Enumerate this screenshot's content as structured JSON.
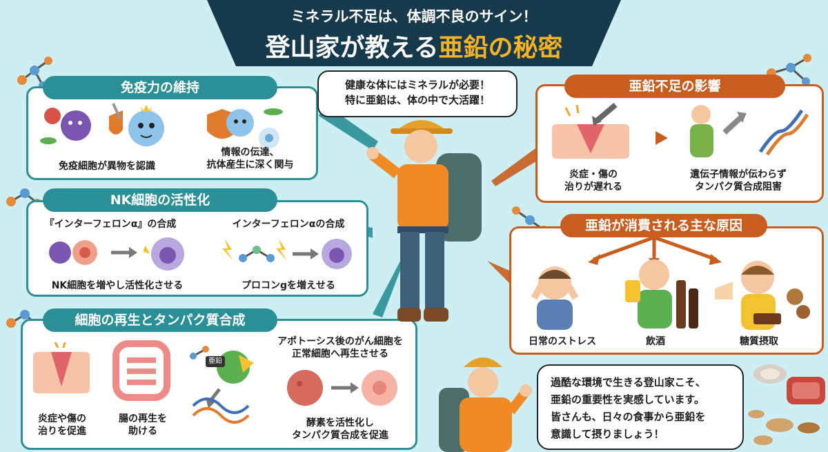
{
  "header": {
    "subtitle": "ミネラル不足は、体調不良のサイン！",
    "title_main": "登山家が教える",
    "title_highlight": "亜鉛の秘密"
  },
  "speech_top": "健康な体にはミネラルが必要！\n特に亜鉛は、体の中で大活躍！",
  "immunity": {
    "title": "免疫力の維持",
    "cap1": "免疫細胞が異物を認識",
    "cap2": "情報の伝達、\n抗体産生に深く関与"
  },
  "nk": {
    "title": "NK細胞の活性化",
    "label1": "『インターフェロンα』の合成",
    "label2": "インターフェロンαの合成",
    "cap1": "NK細胞を増やし活性化させる",
    "cap2": "プロコンgを増えせる"
  },
  "regen": {
    "title": "細胞の再生とタンパク質合成",
    "cap1": "炎症や傷の\n治りを促進",
    "cap2": "腸の再生を\n助ける",
    "zinc_label": "亜鉛",
    "apoptosis": "アポトーシス後のがん細胞を\n正常細胞へ再生させる",
    "cap3": "酵素を活性化し\nタンパク質合成を促進"
  },
  "deficiency": {
    "title": "亜鉛不足の影響",
    "cap1": "炎症・傷の\n治りが遅れる",
    "cap2": "遺伝子情報が伝わらず\nタンパク質合成阻害"
  },
  "causes": {
    "title": "亜鉛が消費される主な原因",
    "items": [
      "日常のストレス",
      "飲酒",
      "糖質摂取"
    ]
  },
  "speech_bottom": "過酷な環境で生きる登山家こそ、\n亜鉛の重要性を実感しています。\n皆さんも、日々の食事から亜鉛を\n意識して摂りましょう！",
  "colors": {
    "teal": "#2a8f96",
    "orange": "#c85d1e",
    "navy": "#17394c",
    "highlight": "#f5b324",
    "background": "#cdeef2"
  }
}
